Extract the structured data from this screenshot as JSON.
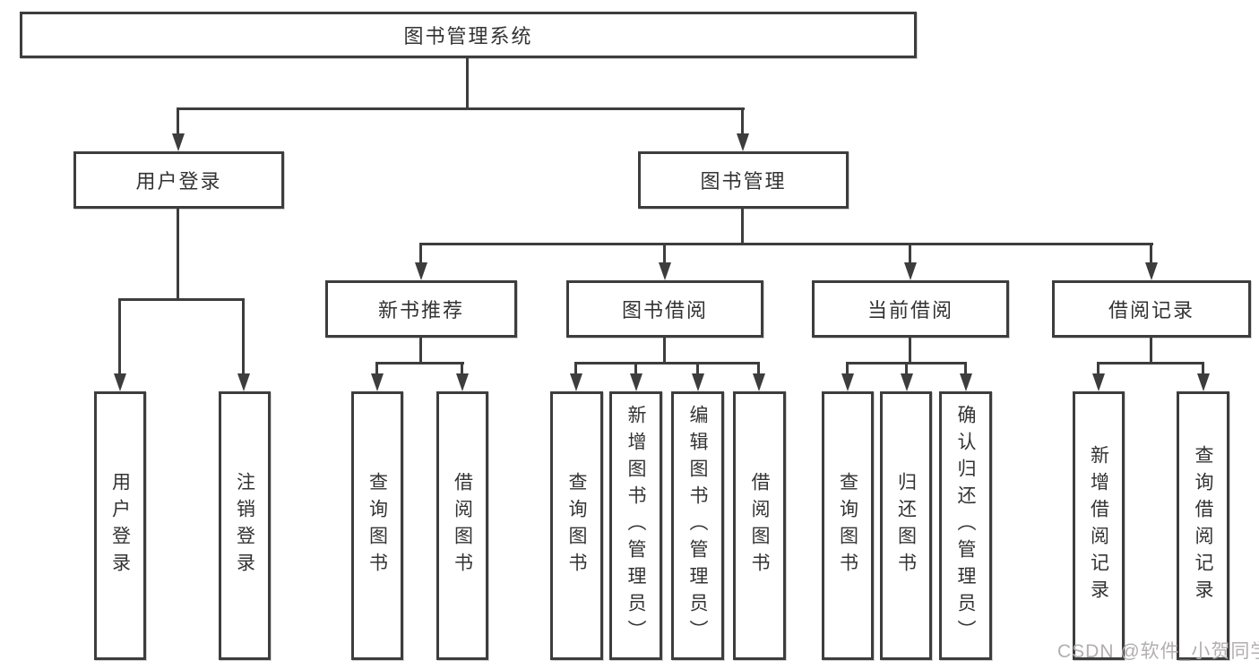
{
  "tree": {
    "root": {
      "label": "图书管理系统"
    },
    "branches": [
      {
        "label": "用户登录",
        "children": [
          {
            "label": "用户登录"
          },
          {
            "label": "注销登录"
          }
        ]
      },
      {
        "label": "图书管理",
        "children": [
          {
            "label": "新书推荐",
            "children": [
              {
                "label": "查询图书"
              },
              {
                "label": "借阅图书"
              }
            ]
          },
          {
            "label": "图书借阅",
            "children": [
              {
                "label": "查询图书"
              },
              {
                "label": "新增图书（管理员）"
              },
              {
                "label": "编辑图书（管理员）"
              },
              {
                "label": "借阅图书"
              }
            ]
          },
          {
            "label": "当前借阅",
            "children": [
              {
                "label": "查询图书"
              },
              {
                "label": "归还图书"
              },
              {
                "label": "确认归还（管理员）"
              }
            ]
          },
          {
            "label": "借阅记录",
            "children": [
              {
                "label": "新增借阅记录"
              },
              {
                "label": "查询借阅记录"
              }
            ]
          }
        ]
      }
    ]
  },
  "watermark": {
    "text": "CSDN @软件_小贺同学"
  },
  "colors": {
    "line": "#3d3d3d",
    "text": "#333333",
    "box_background": "#ffffff",
    "page_background": "#ffffff",
    "watermark": "#b2aeb0"
  }
}
